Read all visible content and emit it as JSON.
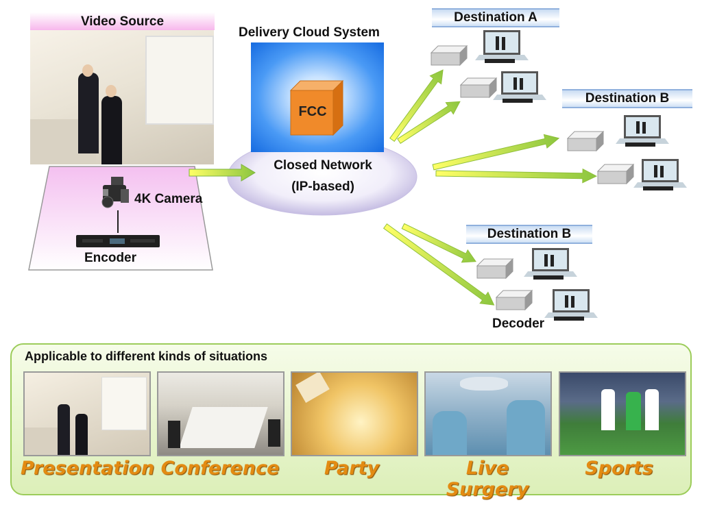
{
  "source": {
    "title": "Video Source",
    "camera_label": "4K Camera",
    "encoder_label": "Encoder"
  },
  "cloud": {
    "title": "Delivery Cloud System",
    "fcc_label": "FCC",
    "network_line1": "Closed Network",
    "network_line2": "(IP-based)"
  },
  "destinations": [
    {
      "title": "Destination A"
    },
    {
      "title": "Destination B"
    },
    {
      "title": "Destination B"
    }
  ],
  "decoder_label": "Decoder",
  "situations": {
    "heading": "Applicable to different kinds of situations",
    "items": [
      {
        "label": "Presentation"
      },
      {
        "label": "Conference"
      },
      {
        "label": "Party"
      },
      {
        "label": "Live Surgery"
      },
      {
        "label": "Sports"
      }
    ]
  },
  "colors": {
    "arrow_green": "#9acd32",
    "cloud_blue": "#1e7ff0",
    "fcc_orange": "#f08a2a",
    "ellipse_purple": "#cfc6ea",
    "panel_green": "#eef8d8",
    "situation_orange": "#e38b12"
  }
}
